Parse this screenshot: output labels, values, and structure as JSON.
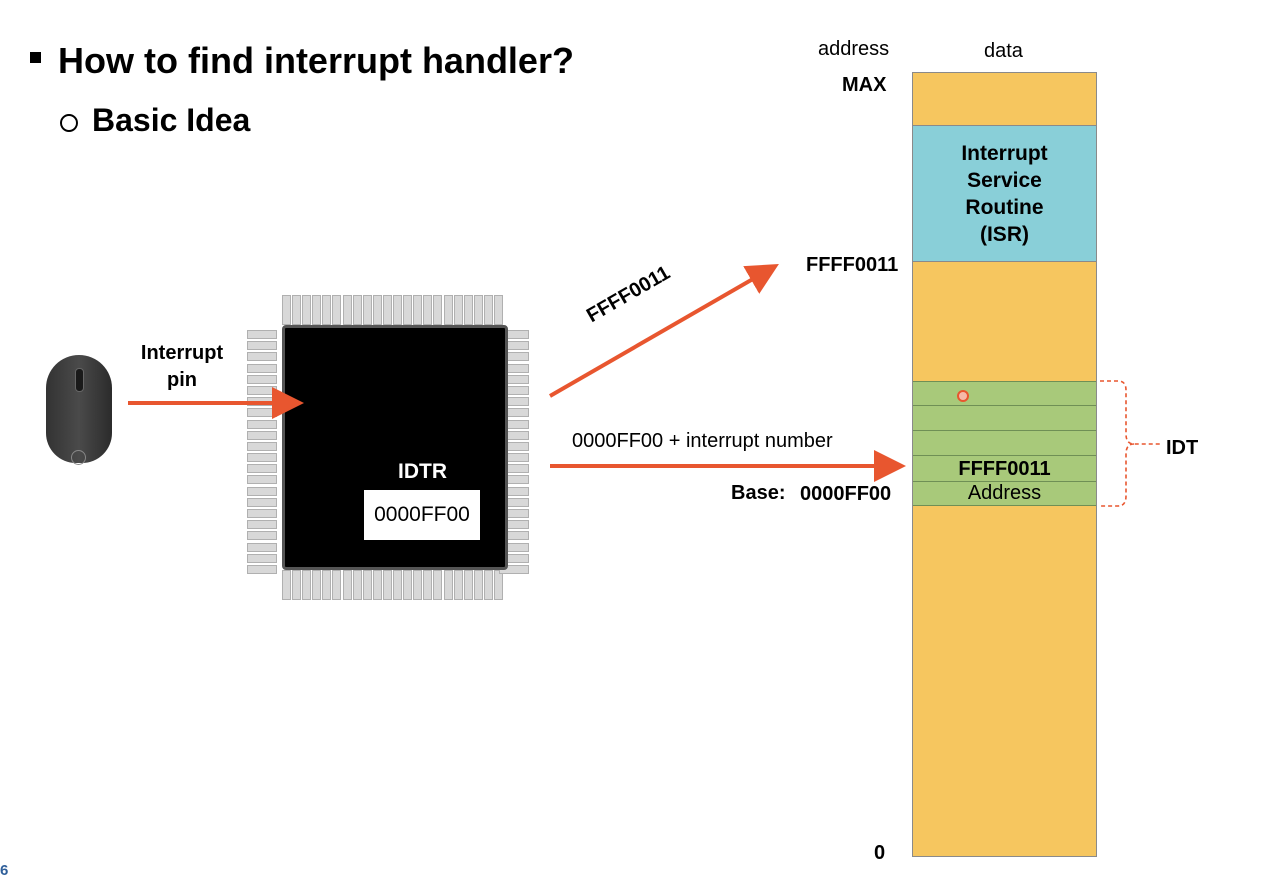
{
  "slide": {
    "title": "How to find interrupt handler?",
    "subtitle": "Basic Idea",
    "page_number": "6"
  },
  "memory": {
    "address_header": "address",
    "data_header": "data",
    "max_label": "MAX",
    "zero_label": "0",
    "isr_text": "Interrupt\nService\nRoutine\n(ISR)",
    "isr_address": "FFFF0011",
    "base_label": "Base:",
    "base_address": "0000FF00",
    "idt_label": "IDT",
    "idt_entry_value": "FFFF0011",
    "idt_entry_desc": "Address"
  },
  "cpu": {
    "register_label": "IDTR",
    "register_value": "0000FF00"
  },
  "interrupt": {
    "pin_label": "Interrupt\npin",
    "arrow_to_isr_label": "FFFF0011",
    "arrow_to_idt_label": "0000FF00 + interrupt number"
  },
  "colors": {
    "memory_fill": "#f6c65f",
    "isr_fill": "#89cfd8",
    "idt_fill": "#a8c97a",
    "arrow": "#e8562f",
    "idt_bracket": "#e8562f"
  },
  "icons": [
    "mouse-icon",
    "cpu-chip-icon"
  ]
}
